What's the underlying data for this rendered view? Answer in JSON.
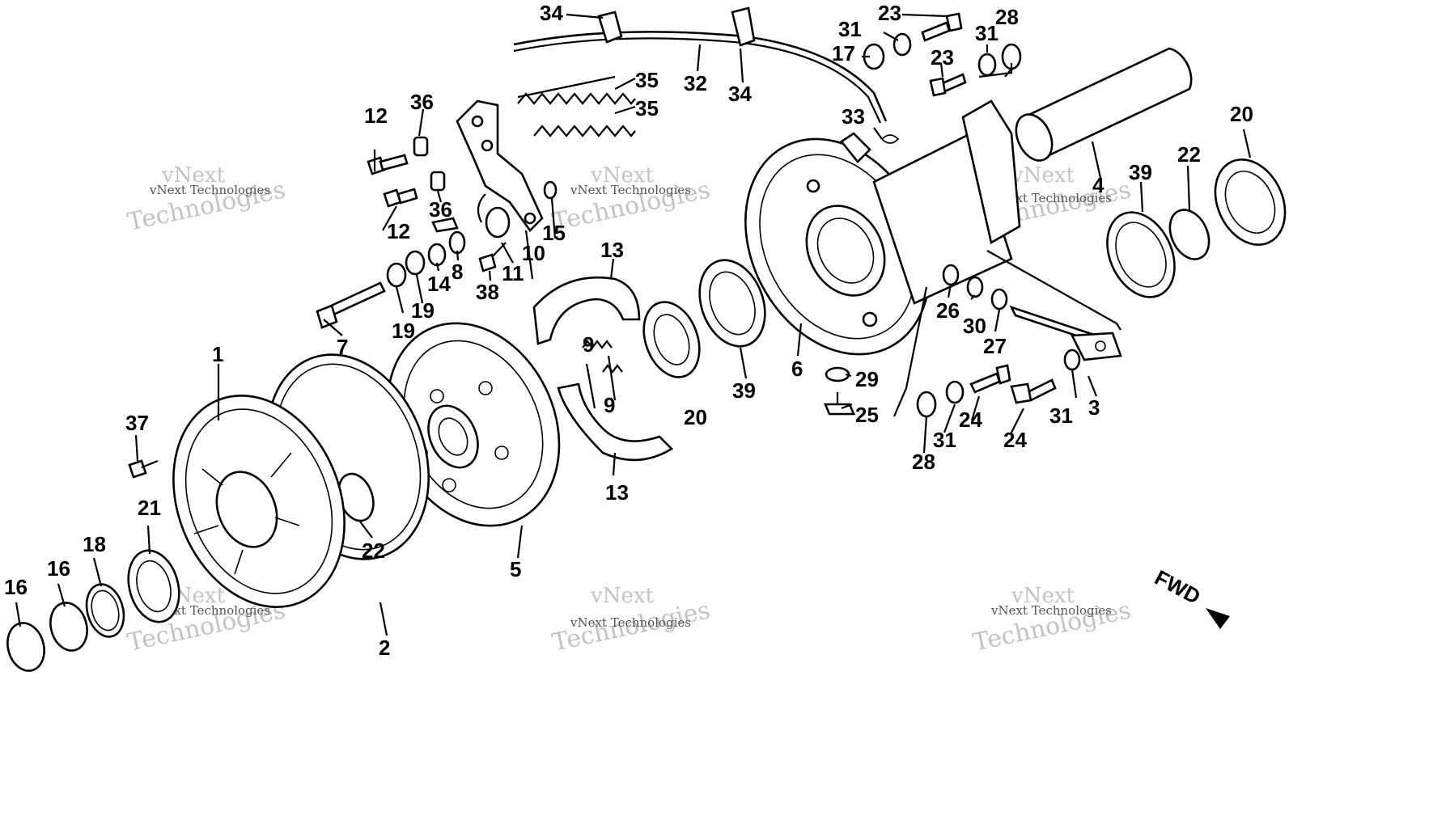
{
  "labels": {
    "l1": "1",
    "l2": "2",
    "l3": "3",
    "l4": "4",
    "l5": "5",
    "l6": "6",
    "l7": "7",
    "l8": "8",
    "l9a": "9",
    "l9b": "9",
    "l10": "10",
    "l11": "11",
    "l12a": "12",
    "l12b": "12",
    "l13a": "13",
    "l13b": "13",
    "l14": "14",
    "l15": "15",
    "l16a": "16",
    "l16b": "16",
    "l17": "17",
    "l18": "18",
    "l19a": "19",
    "l19b": "19",
    "l20a": "20",
    "l20b": "20",
    "l21": "21",
    "l22a": "22",
    "l22b": "22",
    "l23a": "23",
    "l23b": "23",
    "l24a": "24",
    "l24b": "24",
    "l25": "25",
    "l26": "26",
    "l27": "27",
    "l28a": "28",
    "l28b": "28",
    "l29": "29",
    "l30": "30",
    "l31a": "31",
    "l31b": "31",
    "l31c": "31",
    "l31d": "31",
    "l32": "32",
    "l33": "33",
    "l34a": "34",
    "l34b": "34",
    "l35a": "35",
    "l35b": "35",
    "l36a": "36",
    "l36b": "36",
    "l37": "37",
    "l38": "38",
    "l39a": "39",
    "l39b": "39"
  },
  "fwd": "FWD",
  "watermark": {
    "line1": "vNext",
    "line2": "Technologies",
    "small": "vNext Technologies"
  }
}
